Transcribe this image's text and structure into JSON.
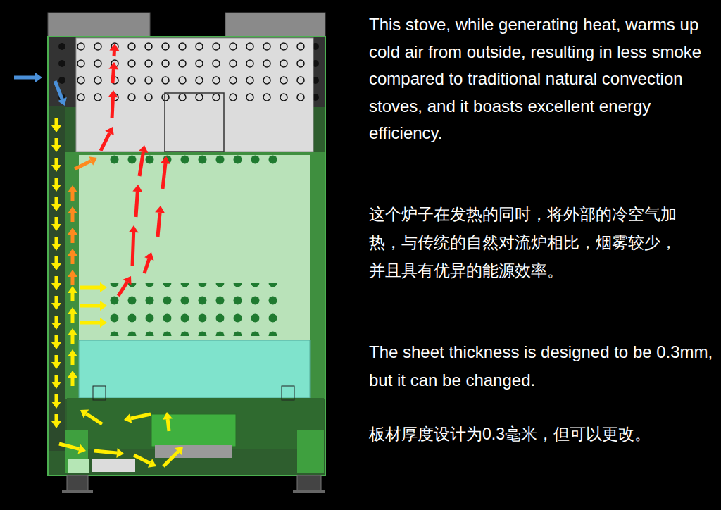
{
  "diagram": {
    "labels": [
      "This stove, while generating heat, warms up cold air from outside, resulting in less smoke compared to traditional natural convection stoves, and it boasts excellent energy efficiency.",
      "这个炉子在发热的同时，将外部的冷空气加热，与传统的自然对流炉相比，烟雾较少，并且具有优异的能源效率。",
      "The sheet thickness is designed to be 0.3mm, but it can be changed.",
      "板材厚度设计为0.3毫米，但可以更改。"
    ]
  }
}
